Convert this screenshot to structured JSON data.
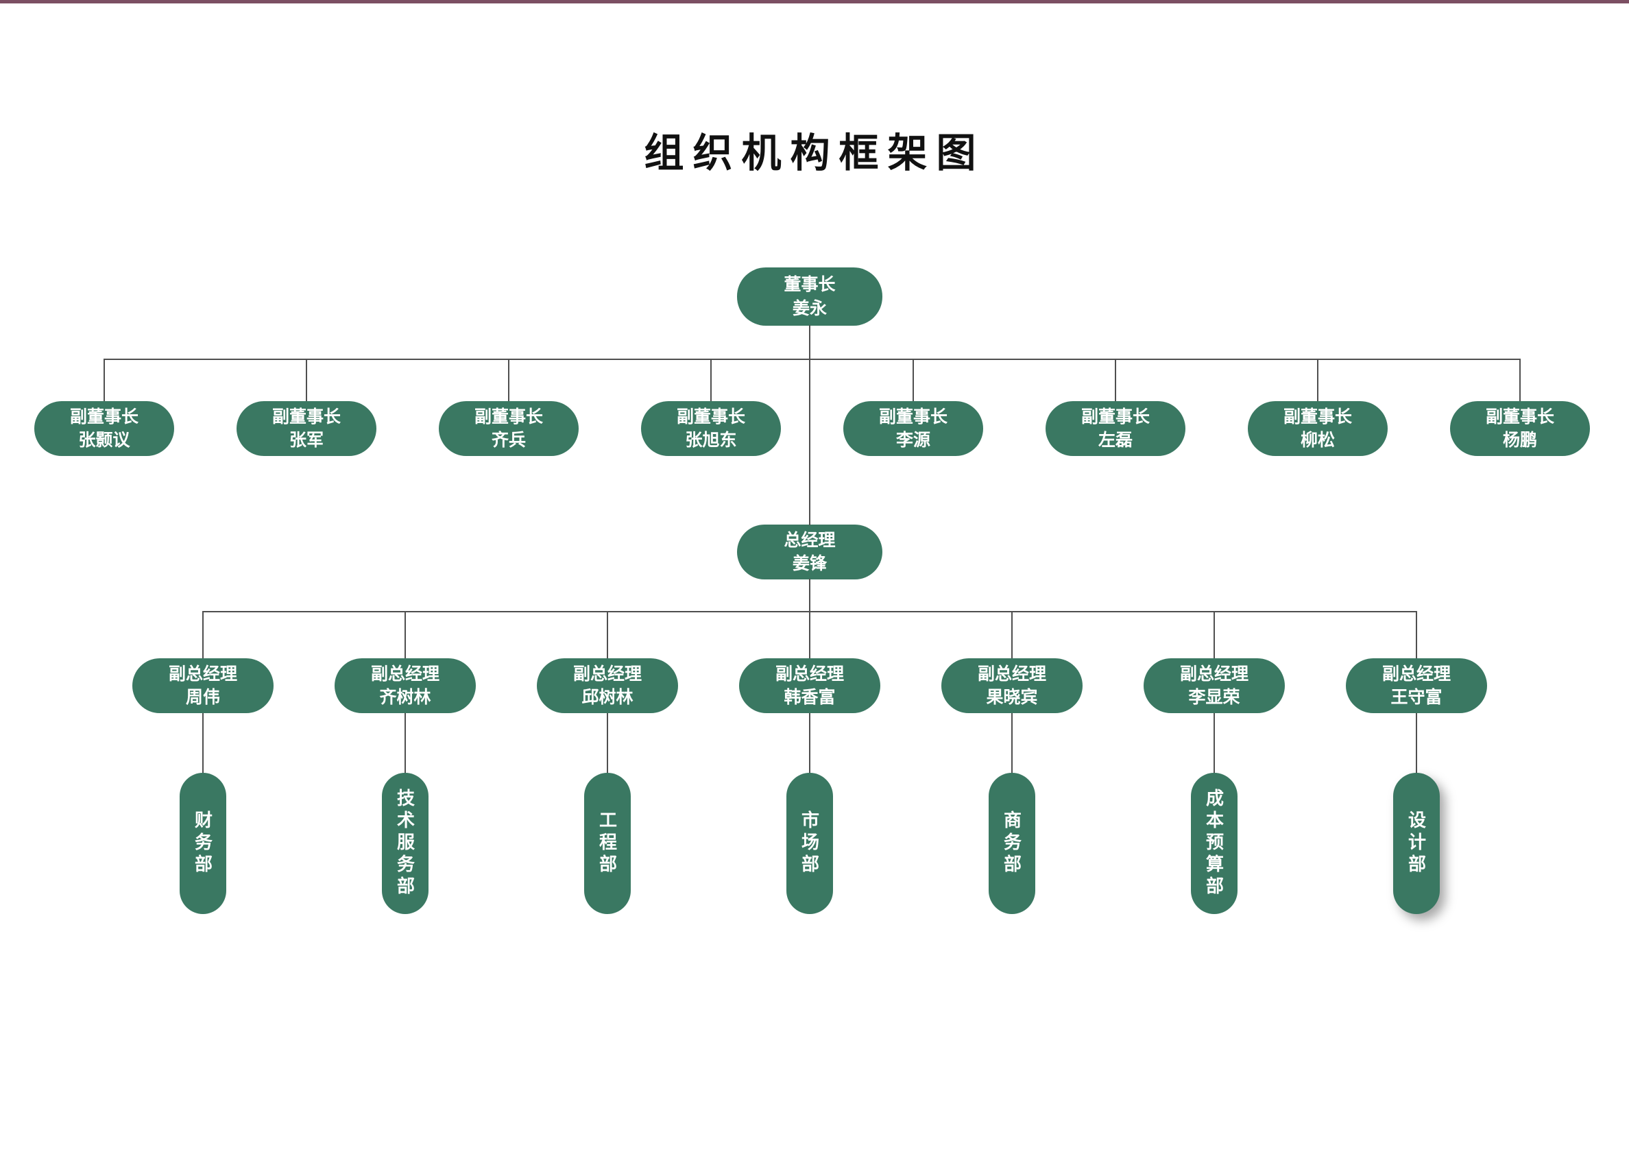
{
  "title": "组织机构框架图",
  "colors": {
    "node_fill": "#3a7862",
    "node_text": "#ffffff",
    "connector": "#4f4f4f",
    "title_text": "#111111",
    "top_bar": "#7c4f63",
    "background": "#ffffff"
  },
  "org_chart": {
    "chairman": {
      "title": "董事长",
      "name": "姜永"
    },
    "vice_chairmen": [
      {
        "title": "副董事长",
        "name": "张颢议"
      },
      {
        "title": "副董事长",
        "name": "张军"
      },
      {
        "title": "副董事长",
        "name": "齐兵"
      },
      {
        "title": "副董事长",
        "name": "张旭东"
      },
      {
        "title": "副董事长",
        "name": "李源"
      },
      {
        "title": "副董事长",
        "name": "左磊"
      },
      {
        "title": "副董事长",
        "name": "柳松"
      },
      {
        "title": "副董事长",
        "name": "杨鹏"
      }
    ],
    "general_manager": {
      "title": "总经理",
      "name": "姜锋"
    },
    "deputy_general_managers": [
      {
        "title": "副总经理",
        "name": "周伟"
      },
      {
        "title": "副总经理",
        "name": "齐树林"
      },
      {
        "title": "副总经理",
        "name": "邱树林"
      },
      {
        "title": "副总经理",
        "name": "韩香富"
      },
      {
        "title": "副总经理",
        "name": "果晓宾"
      },
      {
        "title": "副总经理",
        "name": "李显荣"
      },
      {
        "title": "副总经理",
        "name": "王守富"
      }
    ],
    "departments": [
      {
        "name": "财务部",
        "highlighted": false
      },
      {
        "name": "技术服务部",
        "highlighted": false
      },
      {
        "name": "工程部",
        "highlighted": false
      },
      {
        "name": "市场部",
        "highlighted": false
      },
      {
        "name": "商务部",
        "highlighted": false
      },
      {
        "name": "成本预算部",
        "highlighted": false
      },
      {
        "name": "设计部",
        "highlighted": true
      }
    ]
  }
}
